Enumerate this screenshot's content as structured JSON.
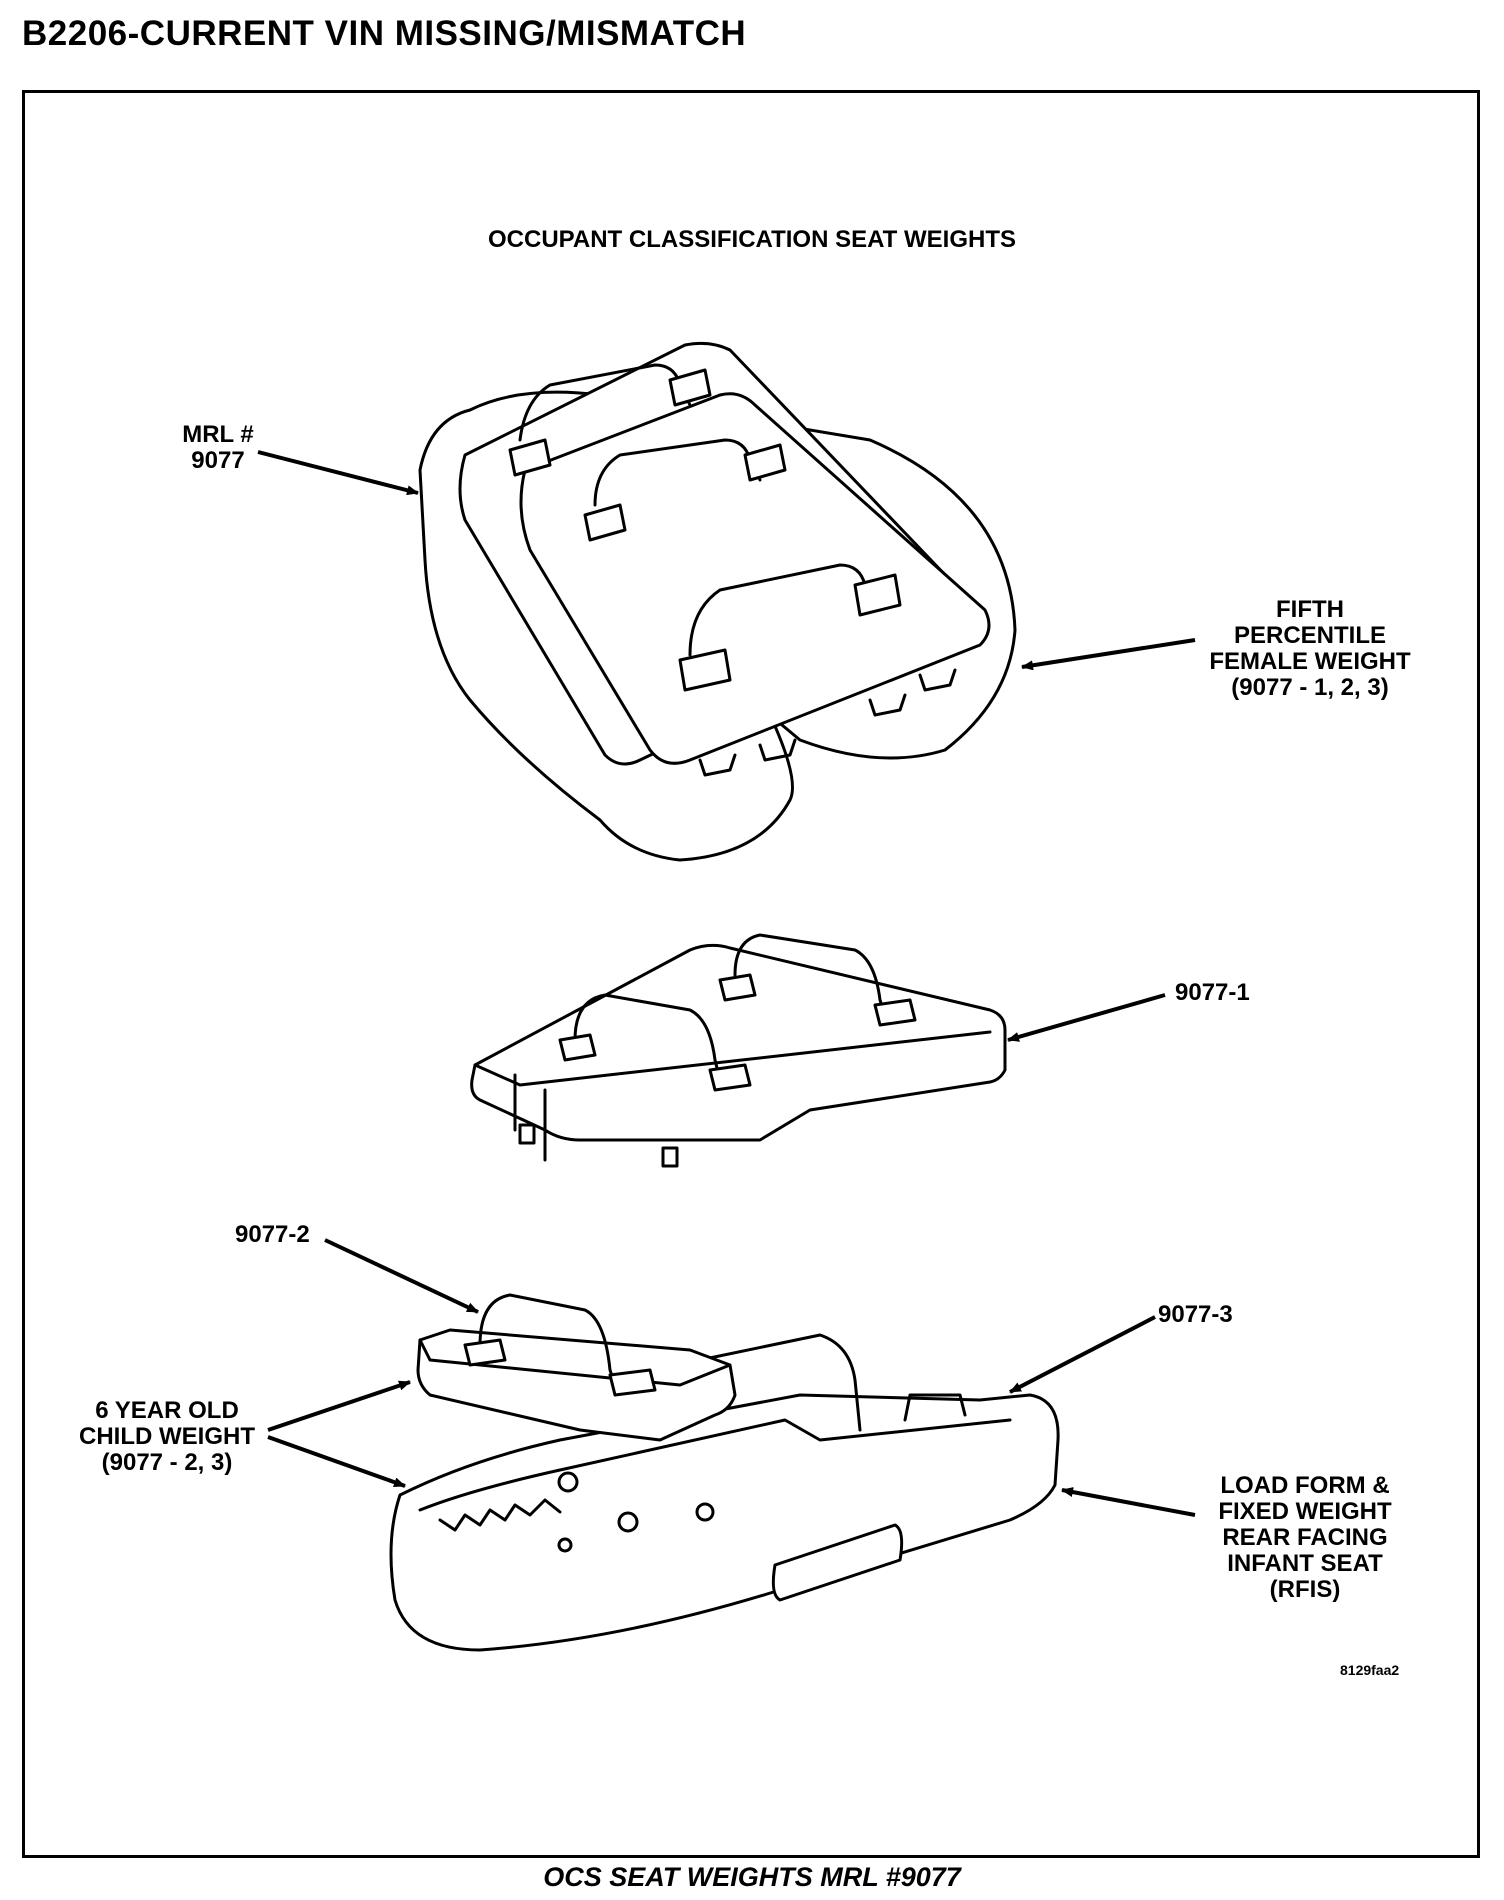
{
  "page_title": "B2206-CURRENT VIN MISSING/MISMATCH",
  "figure_title": "OCCUPANT CLASSIFICATION SEAT WEIGHTS",
  "labels": {
    "mrl_line1": "MRL #",
    "mrl_line2": "9077",
    "fifth_line1": "FIFTH",
    "fifth_line2": "PERCENTILE",
    "fifth_line3": "FEMALE WEIGHT",
    "fifth_line4": "(9077 - 1, 2, 3)",
    "part_9077_1": "9077-1",
    "part_9077_2": "9077-2",
    "part_9077_3": "9077-3",
    "child_line1": "6 YEAR OLD",
    "child_line2": "CHILD WEIGHT",
    "child_line3": "(9077 - 2, 3)",
    "rfis_line1": "LOAD FORM &",
    "rfis_line2": "FIXED WEIGHT",
    "rfis_line3": "REAR FACING",
    "rfis_line4": "INFANT SEAT",
    "rfis_line5": "(RFIS)"
  },
  "figure_id": "8129faa2",
  "caption": "OCS SEAT WEIGHTS MRL #9077"
}
